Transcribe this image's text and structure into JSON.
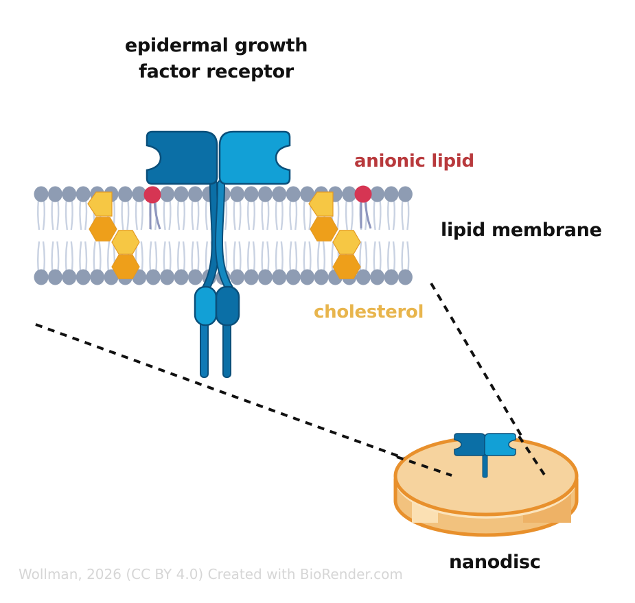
{
  "labels": {
    "receptor_line1": "epidermal growth",
    "receptor_line2": "factor receptor",
    "anionic_lipid": "anionic lipid",
    "lipid_membrane": "lipid membrane",
    "cholesterol": "cholesterol",
    "nanodisc": "nanodisc"
  },
  "credit": "Wollman, 2026 (CC BY 4.0) Created with BioRender.com",
  "colors": {
    "receptor_dark": "#0b6fa6",
    "receptor_light": "#12a0d6",
    "receptor_outline": "#0a4f7a",
    "lipid_head": "#8e9cb3",
    "lipid_tail": "#c9d2e2",
    "anionic_head": "#d63553",
    "anionic_label": "#b8393c",
    "cholesterol_light": "#f6c744",
    "cholesterol_dark": "#ee9f1a",
    "cholesterol_label": "#e8b54d",
    "nanodisc_top": "#f6d39e",
    "nanodisc_side": "#f2c27e",
    "nanodisc_rim": "#e8902c",
    "credit_text": "#d6d6d6"
  }
}
